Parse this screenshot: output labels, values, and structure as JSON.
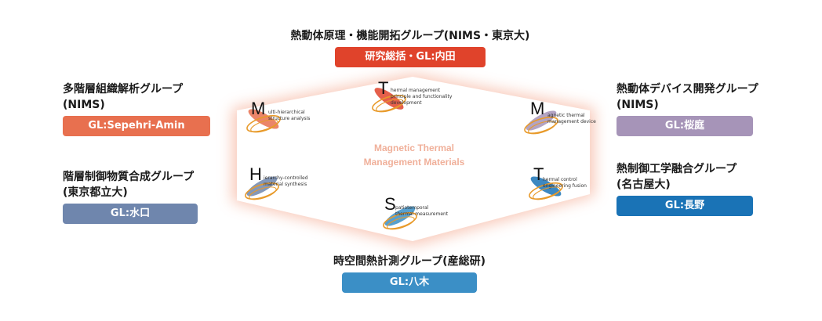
{
  "top_group": {
    "title": "熱動体原理・機能開拓グループ(NIMS・東京大)",
    "lead": "研究総括・GL:内田",
    "color": "#e0432b"
  },
  "left_upper_group": {
    "title_line1": "多階層組織解析グループ",
    "title_line2": "(NIMS)",
    "lead": "GL:Sepehri-Amin",
    "color": "#e8704f"
  },
  "left_lower_group": {
    "title_line1": "階層制御物質合成グループ",
    "title_line2": "(東京都立大)",
    "lead": "GL:水口",
    "color": "#6f86ad"
  },
  "right_upper_group": {
    "title_line1": "熱動体デバイス開発グループ",
    "title_line2": "(NIMS)",
    "lead": "GL:桜庭",
    "color": "#a694b8"
  },
  "right_lower_group": {
    "title_line1": "熱制御工学融合グループ",
    "title_line2": "(名古屋大)",
    "lead": "GL:長野",
    "color": "#1a73b6"
  },
  "bottom_group": {
    "title": "時空間熱計測グループ(産総研)",
    "lead": "GL:八木",
    "color": "#3b8fc6"
  },
  "center": {
    "line1": "Magnetic Thermal",
    "line2": "Management Materials"
  },
  "nodes": {
    "t_top": {
      "letter": "T",
      "desc1": "hermal management",
      "desc2": "principle and functionality",
      "desc3": "development",
      "color": "#e0432b"
    },
    "m_left": {
      "letter": "M",
      "desc1": "ulti-hierarchical",
      "desc2": "structure analysis",
      "color": "#e8704f"
    },
    "m_right": {
      "letter": "M",
      "desc1": "agnetic thermal",
      "desc2": "management device",
      "color": "#a694b8"
    },
    "h_left": {
      "letter": "H",
      "desc1": "ierarchy-controlled",
      "desc2": "material synthesis",
      "color": "#6f86ad"
    },
    "t_right": {
      "letter": "T",
      "desc1": "hermal control",
      "desc2": "engineering fusion",
      "color": "#1a73b6"
    },
    "s_bottom": {
      "letter": "S",
      "desc1": "patiotemporal",
      "desc2": "thermal measurement",
      "color": "#3b8fc6"
    }
  }
}
